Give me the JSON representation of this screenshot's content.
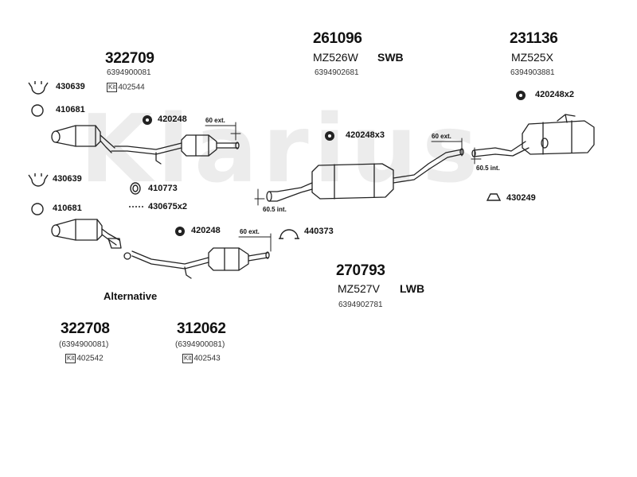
{
  "watermark": "Klarius",
  "groups": {
    "top_left": {
      "part": "322709",
      "oe": "6394900081",
      "kit_tag": "Kit",
      "kit": "402544"
    },
    "top_mid": {
      "part": "261096",
      "model": "MZ526W",
      "wheelbase": "SWB",
      "oe": "6394902681"
    },
    "top_right": {
      "part": "231136",
      "model": "MZ525X",
      "oe": "6394903881"
    },
    "mid_center": {
      "part": "270793",
      "model": "MZ527V",
      "wheelbase": "LWB",
      "oe": "6394902781"
    },
    "alt_left": {
      "part": "322708",
      "oe": "(6394900081)",
      "kit_tag": "Kit",
      "kit": "402542"
    },
    "alt_mid": {
      "part": "312062",
      "oe": "(6394900081)",
      "kit_tag": "Kit",
      "kit": "402543"
    }
  },
  "alternative_label": "Alternative",
  "parts": {
    "p430639_a": "430639",
    "p410681_a": "410681",
    "p420248_a": "420248",
    "p430639_b": "430639",
    "p410681_b": "410681",
    "p410773": "410773",
    "p430675x2": "430675x2",
    "p420248_b": "420248",
    "p440373": "440373",
    "p420248x3": "420248x3",
    "p420248x2": "420248x2",
    "p430249": "430249"
  },
  "dimensions": {
    "ext60_a": "60 ext.",
    "ext60_b": "60 ext.",
    "ext60_c": "60 ext.",
    "int605_a": "60.5 int.",
    "int605_b": "60.5 int."
  }
}
